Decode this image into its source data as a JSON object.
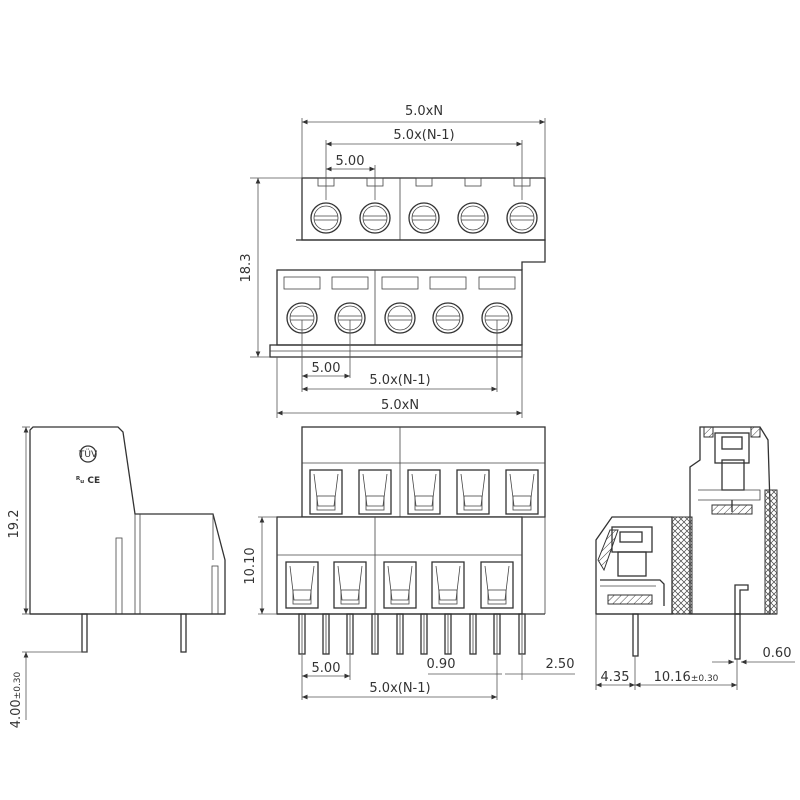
{
  "top_view": {
    "dim_total_top": "5.0xN",
    "dim_span_top": "5.0x(N-1)",
    "dim_pitch_top": "5.00",
    "dim_height": "18.3",
    "dim_pitch_bottom": "5.00",
    "dim_span_bottom": "5.0x(N-1)",
    "dim_total_bottom": "5.0xN"
  },
  "side_view": {
    "dim_height": "19.2",
    "dim_pin_length": "4.00",
    "dim_pin_tolerance": "±0.30",
    "logo_mark": "TÜV",
    "cert_marks": "ᴿᵤ CE"
  },
  "front_view": {
    "dim_height": "10.10",
    "dim_pitch": "5.00",
    "dim_pin_width": "0.90",
    "dim_pin_offset": "2.50",
    "dim_span": "5.0x(N-1)"
  },
  "end_view": {
    "dim_edge": "4.35",
    "dim_row_spacing": "10.16",
    "dim_row_tolerance": "±0.30",
    "dim_pin_thickness": "0.60"
  }
}
